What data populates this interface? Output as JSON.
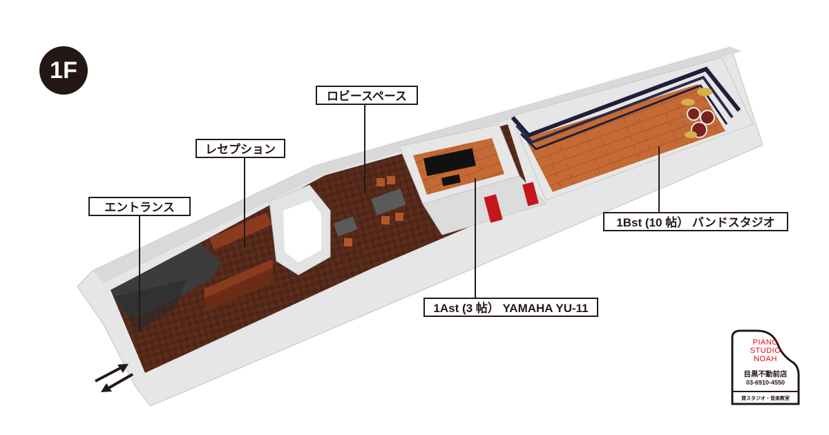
{
  "floor_badge": "1F",
  "callouts": {
    "entrance": "エントランス",
    "reception": "レセプション",
    "lobby": "ロビースペース",
    "studio_1a": "1Ast (3 帖） YAMAHA YU-11",
    "studio_1b": "1Bst (10 帖） バンドスタジオ"
  },
  "logo": {
    "brand_line1": "PIANO",
    "brand_line2": "STUDIO",
    "brand_line3": "NOAH",
    "branch": "目黒不動前店",
    "phone": "03-6910-4550",
    "tagline": "貸スタジオ・音楽教室"
  },
  "colors": {
    "wall": "#e8e8e8",
    "wood_floor": "#c56a35",
    "dark_floor": "#4a2316",
    "label_border": "#231815",
    "brand_red": "#e60012"
  }
}
